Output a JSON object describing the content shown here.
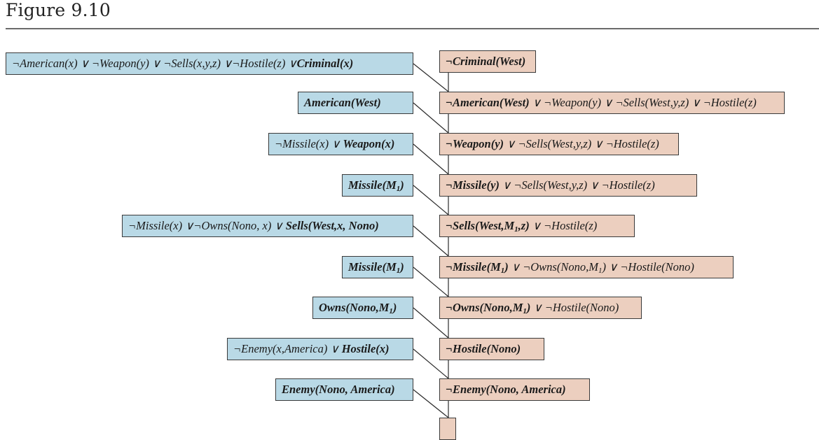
{
  "figure": {
    "title": "Figure 9.10",
    "colors": {
      "premise_fill": "#b9d9e6",
      "goal_fill": "#eccfbf",
      "border": "#3a3a3a",
      "line": "#2a2a2a"
    }
  },
  "premises": [
    {
      "parts": [
        {
          "t": "¬American(x) ∨ ¬Weapon(y) ∨ ¬Sells(x,y,z) ∨¬Hostile(z) ",
          "b": false
        },
        {
          "t": "∨",
          "b": false
        },
        {
          "t": "Criminal(x)",
          "b": true
        }
      ]
    },
    {
      "parts": [
        {
          "t": "American(West)",
          "b": true
        }
      ]
    },
    {
      "parts": [
        {
          "t": "¬Missile(x) ∨ ",
          "b": false
        },
        {
          "t": "Weapon(x)",
          "b": true
        }
      ]
    },
    {
      "parts": [
        {
          "t": "Missile(M",
          "b": true
        },
        {
          "t": "1",
          "b": true,
          "sub": true
        },
        {
          "t": ")",
          "b": true
        }
      ]
    },
    {
      "parts": [
        {
          "t": "¬Missile(x) ∨¬Owns(Nono, x) ∨ ",
          "b": false
        },
        {
          "t": "Sells(West,x, Nono)",
          "b": true
        }
      ]
    },
    {
      "parts": [
        {
          "t": "Missile(M",
          "b": true
        },
        {
          "t": "1",
          "b": true,
          "sub": true
        },
        {
          "t": ")",
          "b": true
        }
      ]
    },
    {
      "parts": [
        {
          "t": "Owns(Nono,M",
          "b": true
        },
        {
          "t": "1",
          "b": true,
          "sub": true
        },
        {
          "t": ")",
          "b": true
        }
      ]
    },
    {
      "parts": [
        {
          "t": "¬Enemy(x,America) ∨ ",
          "b": false
        },
        {
          "t": "Hostile(x)",
          "b": true
        }
      ]
    },
    {
      "parts": [
        {
          "t": "Enemy(Nono, America)",
          "b": true
        }
      ]
    }
  ],
  "goals": [
    {
      "parts": [
        {
          "t": "¬Criminal(West)",
          "b": true
        }
      ]
    },
    {
      "parts": [
        {
          "t": "¬American(West)",
          "b": true
        },
        {
          "t": " ∨ ¬Weapon(y) ∨ ¬Sells(West,y,z) ∨ ¬Hostile(z)",
          "b": false
        }
      ]
    },
    {
      "parts": [
        {
          "t": "¬Weapon(y)",
          "b": true
        },
        {
          "t": " ∨ ¬Sells(West,y,z) ∨ ¬Hostile(z)",
          "b": false
        }
      ]
    },
    {
      "parts": [
        {
          "t": "¬Missile(y)",
          "b": true
        },
        {
          "t": " ∨ ¬Sells(West,y,z) ∨ ¬Hostile(z)",
          "b": false
        }
      ]
    },
    {
      "parts": [
        {
          "t": "¬Sells(West,M",
          "b": true
        },
        {
          "t": "1",
          "b": true,
          "sub": true
        },
        {
          "t": ",z)",
          "b": true
        },
        {
          "t": " ∨ ¬Hostile(z)",
          "b": false
        }
      ]
    },
    {
      "parts": [
        {
          "t": "¬Missile(M",
          "b": true
        },
        {
          "t": "1",
          "b": true,
          "sub": true
        },
        {
          "t": ")",
          "b": true
        },
        {
          "t": " ∨ ¬Owns(Nono,M",
          "b": false
        },
        {
          "t": "1",
          "b": false,
          "sub": true
        },
        {
          "t": ") ∨ ¬Hostile(Nono)",
          "b": false
        }
      ]
    },
    {
      "parts": [
        {
          "t": "¬Owns(Nono,M",
          "b": true
        },
        {
          "t": "1",
          "b": true,
          "sub": true
        },
        {
          "t": ")",
          "b": true
        },
        {
          "t": " ∨ ¬Hostile(Nono)",
          "b": false
        }
      ]
    },
    {
      "parts": [
        {
          "t": "¬Hostile(Nono)",
          "b": true
        }
      ]
    },
    {
      "parts": [
        {
          "t": "¬Enemy(Nono, America)",
          "b": true
        }
      ]
    },
    {
      "parts": []
    }
  ]
}
